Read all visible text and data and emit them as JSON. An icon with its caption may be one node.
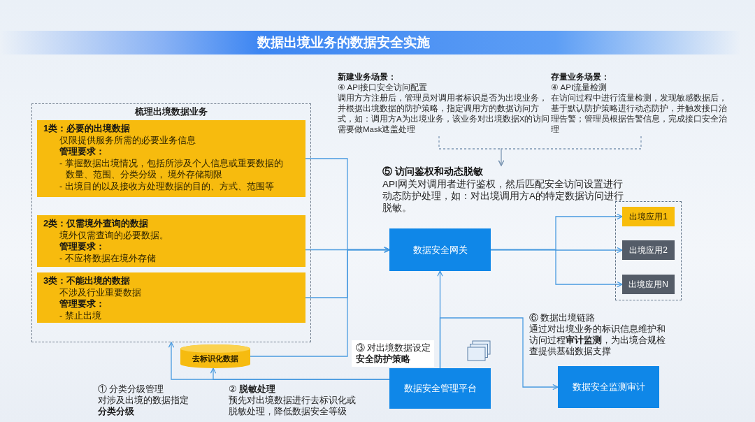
{
  "diagram": {
    "title": "数据出境业务的数据安全实施",
    "nodes": [
      {
        "text": [
          "新建业务场景：",
          "④ API接口安全访问配置",
          "调用方方注册后，管理员对调用者标识是否为出境业务，并根据出境数据的防护策略，指定调用方的数据访问方式，如：调用方A为出境业务，该业务对出境数据X的访问需要做Mask遮盖处理"
        ]
      },
      {
        "text": [
          "存量业务场景：",
          "④ API流量检测",
          "在访问过程中进行流量检测，发现敏感数据后，基于默认防护策略进行动态防护，并触发接口治理告警；管理员根据告警信息，完成接口安全治理"
        ]
      },
      {
        "text": [
          "梳理出境数据业务"
        ]
      },
      {
        "text": [
          "1类：必要的出境数据",
          "仅限提供服务所需的必要业务信息",
          "管理要求：",
          "- 掌握数据出境情况，包括所涉及个人信息或重要数据的数量、范围、分类分级， 境外存储期限",
          "- 出境目的以及接收方处理数据的目的、方式、范围等"
        ],
        "in": 2
      },
      {
        "text": [
          "2类：仅需境外查询的数据",
          "境外仅需查询的必要数据。",
          "管理要求：",
          "- 不应将数据在境外存储"
        ],
        "in": 2
      },
      {
        "text": [
          "3类：不能出境的数据",
          "不涉及行业重要数据",
          "管理要求：",
          "- 禁止出境"
        ],
        "in": 2
      },
      {
        "text": [
          "⑤ 访问鉴权和动态脱敏",
          "API网关对调用者进行鉴权，然后匹配安全访问设置进行动态防护处理，如：对出境调用方A的特定数据访问进行脱敏。"
        ]
      },
      {
        "text": [
          "数据安全网关"
        ]
      },
      {
        "text": [],
        "shape": "box"
      },
      {
        "text": [
          "出境应用1"
        ],
        "in": 8
      },
      {
        "text": [
          "出境应用2"
        ],
        "in": 8
      },
      {
        "text": [
          "出境应用N"
        ],
        "in": 8
      },
      {
        "text": [
          "去标识化数据"
        ]
      },
      {
        "text": [
          "数据安全管理平台"
        ]
      },
      {
        "text": [
          "数据安全监测审计"
        ]
      }
    ],
    "edges": [
      {
        "from": 3,
        "to": 7,
        "arrow": "to"
      },
      {
        "from": 4,
        "to": 7,
        "arrow": "to"
      },
      {
        "from": 5,
        "to": 7,
        "arrow": "to"
      },
      {
        "from": 12,
        "to": 7,
        "arrow": "to"
      },
      {
        "from": 7,
        "to": 9,
        "arrow": "to"
      },
      {
        "from": 7,
        "to": 10,
        "arrow": "to"
      },
      {
        "from": 7,
        "to": 11,
        "arrow": "to"
      },
      {
        "from": 13,
        "to": 7,
        "arrow": "to"
      },
      {
        "from": 13,
        "to": 2,
        "arrow": "to"
      },
      {
        "from": 13,
        "to": 12,
        "arrow": "to"
      },
      {
        "from": 13,
        "to": 14,
        "arrow": "to"
      },
      {
        "from": 0,
        "to": 6,
        "arrow": "to",
        "style": "dashed",
        "color": "#7d97b3"
      },
      {
        "from": 1,
        "to": 6,
        "arrow": "to",
        "style": "dashed",
        "color": "#7d97b3"
      }
    ],
    "labels": [
      "⑥ 数据出境链路",
      "通过对出境业务的标识信息维护和访问过程**审计监测**，为出境合规检查提供基础数据支撑",
      "③ 对出境数据设定",
      "安全防护策略",
      "① 分类分级管理",
      "对涉及出境的数据指定**分类分级**",
      "② **脱敏处理**",
      "预先对出境数据进行去标识化或脱敏处理，降低数据安全等级"
    ]
  }
}
